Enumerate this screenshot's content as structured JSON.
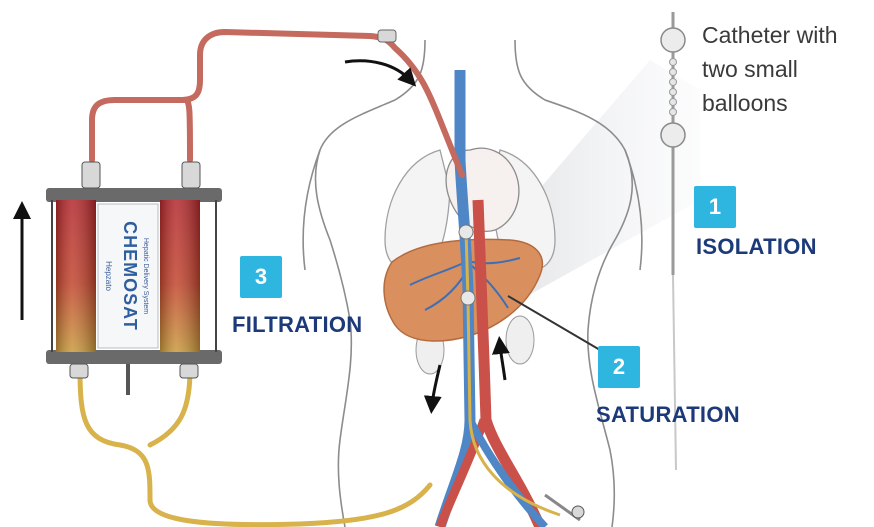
{
  "catheter_note": {
    "line1": "Catheter with",
    "line2": "two small",
    "line3": "balloons"
  },
  "steps": [
    {
      "number": "1",
      "label": "ISOLATION"
    },
    {
      "number": "2",
      "label": "SATURATION"
    },
    {
      "number": "3",
      "label": "FILTRATION"
    }
  ],
  "device": {
    "brand_small": "Hepzato",
    "brand": "CHEMOSAT",
    "brand_sub": "Hepatic Delivery System"
  },
  "colors": {
    "step_badge": "#2fb6e0",
    "step_label": "#1c3a7a",
    "artery": "#c9514a",
    "vein": "#4f86c6",
    "return_line": "#d8b24a",
    "liver": "#d9905e",
    "filter_red": "#b3282d",
    "filter_gold": "#c99a3c"
  }
}
